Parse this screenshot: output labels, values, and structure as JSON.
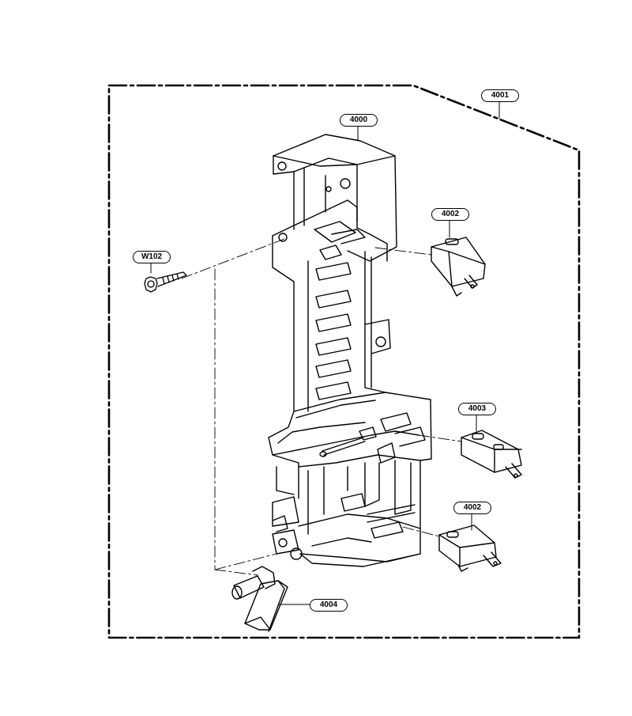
{
  "diagram": {
    "callouts": {
      "assembly": "4001",
      "frame": "4000",
      "switch_upper": "4002",
      "switch_middle": "4003",
      "switch_lower": "4002",
      "screw": "W102",
      "lever": "4004"
    },
    "colors": {
      "line": "#000000",
      "background": "#ffffff"
    },
    "icons": [
      "screw-icon",
      "micro-switch-icon",
      "latch-lever-icon"
    ]
  }
}
